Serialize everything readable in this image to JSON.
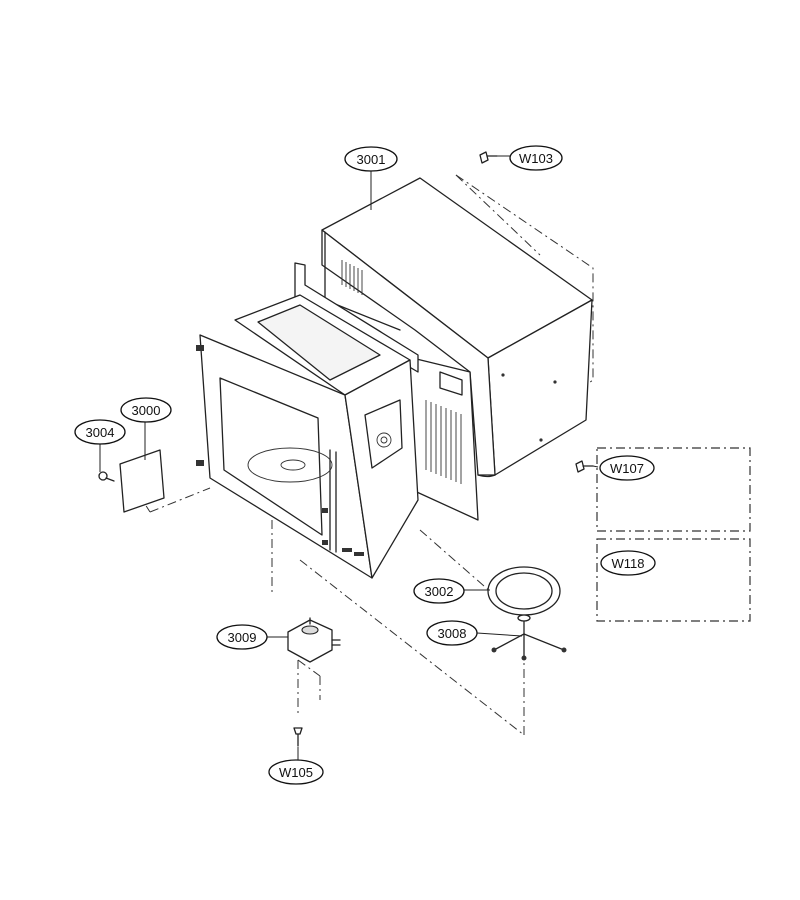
{
  "callouts": {
    "c3001": "3001",
    "cW103": "W103",
    "c3000": "3000",
    "c3004": "3004",
    "cW107": "W107",
    "cW118": "W118",
    "c3002": "3002",
    "c3008": "3008",
    "c3009": "3009",
    "cW105": "W105"
  },
  "colors": {
    "line": "#222222",
    "background": "#ffffff"
  }
}
